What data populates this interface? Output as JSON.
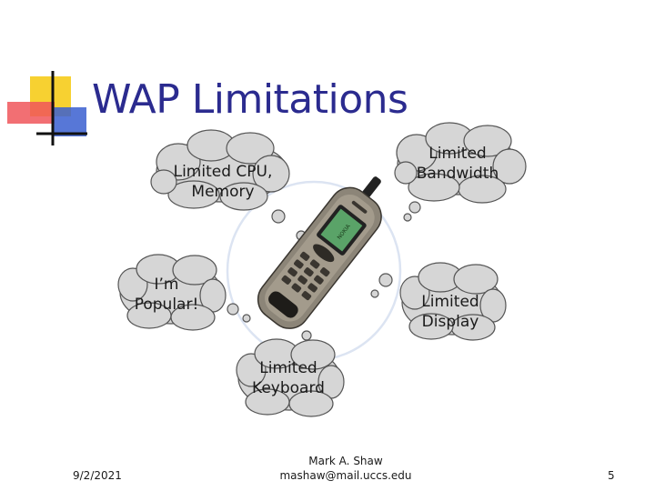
{
  "slide": {
    "title": "WAP Limitations",
    "clouds": {
      "cpu_line1": "Limited CPU,",
      "cpu_line2": "Memory",
      "bandwidth_line1": "Limited",
      "bandwidth_line2": "Bandwidth",
      "popular_line1": "I’m",
      "popular_line2": "Popular!",
      "display_line1": "Limited",
      "display_line2": "Display",
      "keyboard_line1": "Limited",
      "keyboard_line2": "Keyboard"
    },
    "footer": {
      "date": "9/2/2021",
      "author": "Mark A. Shaw",
      "email": "mashaw@mail.uccs.edu",
      "page_number": "5"
    }
  },
  "colors": {
    "title": "#2b2b8f",
    "accent_yellow": "#f7d131",
    "accent_red": "#f0565a",
    "accent_blue": "#3a5fd0",
    "cloud_fill": "#d6d6d6",
    "phone_body": "#8c8578"
  },
  "icons": [
    "corner-logo-icon",
    "nokia-phone-icon"
  ]
}
